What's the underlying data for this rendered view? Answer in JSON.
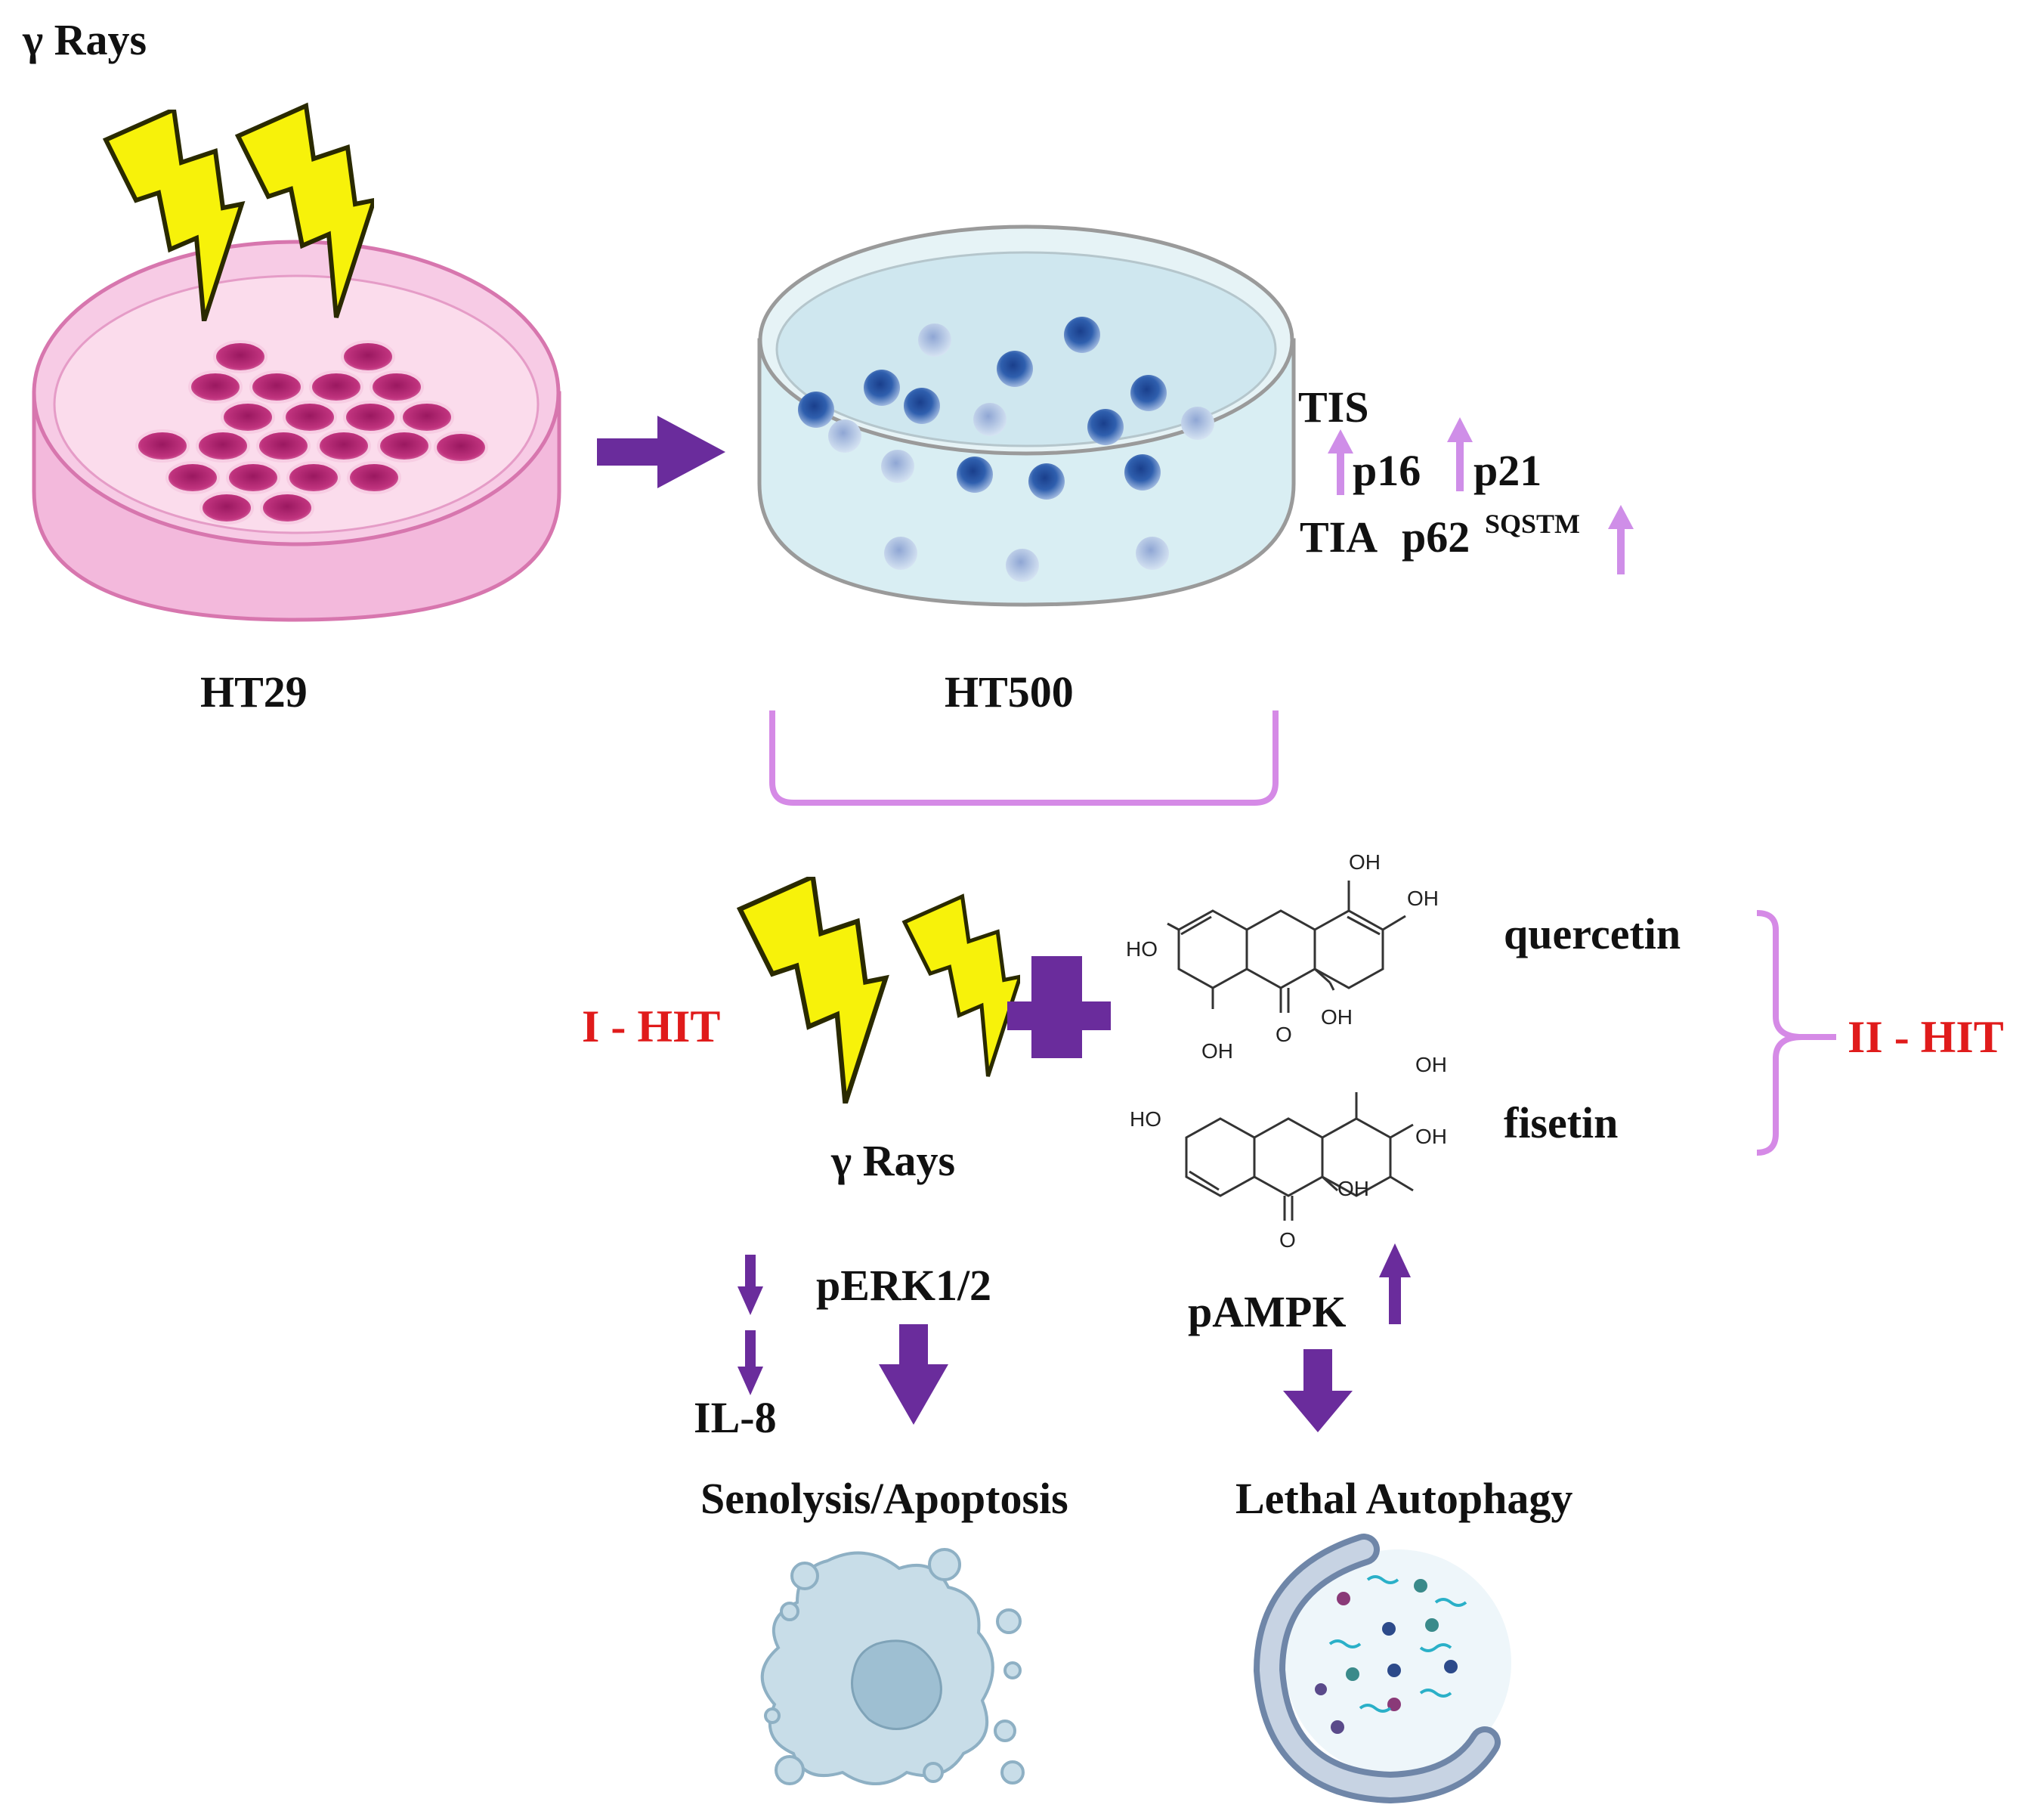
{
  "colors": {
    "purple_arrow": "#6a2c9c",
    "pink_arrow": "#cf8ee8",
    "hit_red": "#e01b1b",
    "bracket": "#d58ae6",
    "bolt_yellow": "#f7f20a",
    "dish_pink": "#f3b9dc",
    "cell_magenta": "#b0256e",
    "dish_blue": "#d9eef3",
    "cell_blue": "#2c5aa6"
  },
  "top": {
    "rays_label": "γ Rays",
    "dish1_label": "HT29",
    "dish2_label": "HT500",
    "tis": "TIS",
    "p16": "p16",
    "p21": "p21",
    "tia": "TIA",
    "p62": "p62",
    "p62_sup": "SQSTM"
  },
  "hit1": "I - HIT",
  "hit2": "II - HIT",
  "rays_label_2": "γ Rays",
  "compounds": {
    "quercetin": "quercetin",
    "fisetin": "fisetin",
    "oh": "OH",
    "ho": "HO",
    "o": "O"
  },
  "pathway": {
    "perk": "pERK1/2",
    "il8": "IL-8",
    "pampk": "pAMPK",
    "senolysis": "Senolysis/Apoptosis",
    "autophagy": "Lethal Autophagy"
  },
  "icons": [
    "lightning-bolt-icon",
    "petri-dish-icon",
    "plus-icon",
    "apoptotic-cell-icon",
    "autophagosome-icon",
    "up-arrow-icon",
    "down-arrow-icon"
  ]
}
